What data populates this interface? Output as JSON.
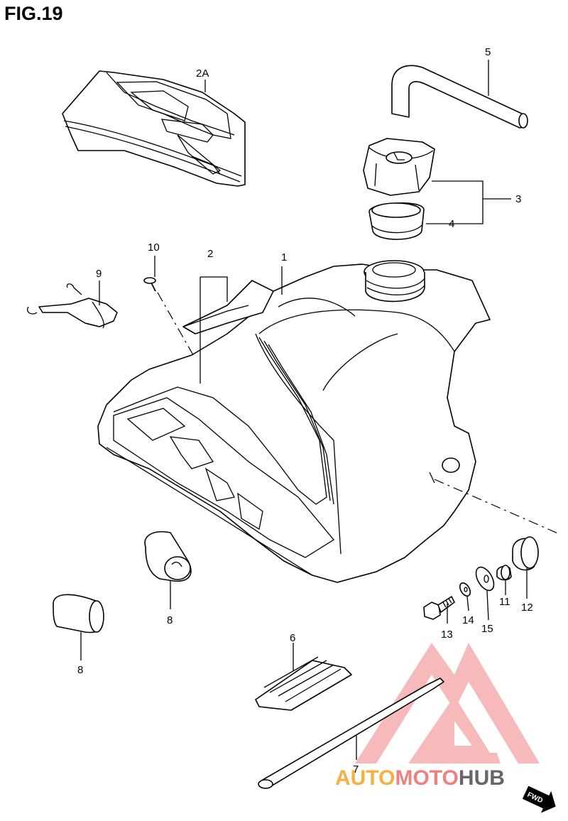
{
  "figure": {
    "title": "FIG.19"
  },
  "callouts": [
    {
      "id": "c-2a",
      "text": "2A"
    },
    {
      "id": "c-5",
      "text": "5"
    },
    {
      "id": "c-3",
      "text": "3"
    },
    {
      "id": "c-4",
      "text": "4"
    },
    {
      "id": "c-10",
      "text": "10"
    },
    {
      "id": "c-2",
      "text": "2"
    },
    {
      "id": "c-1",
      "text": "1"
    },
    {
      "id": "c-9",
      "text": "9"
    },
    {
      "id": "c-8a",
      "text": "8"
    },
    {
      "id": "c-8b",
      "text": "8"
    },
    {
      "id": "c-13",
      "text": "13"
    },
    {
      "id": "c-14",
      "text": "14"
    },
    {
      "id": "c-15",
      "text": "15"
    },
    {
      "id": "c-11",
      "text": "11"
    },
    {
      "id": "c-12",
      "text": "12"
    },
    {
      "id": "c-6",
      "text": "6"
    },
    {
      "id": "c-7",
      "text": "7"
    }
  ],
  "watermark": {
    "part1": "AUTO",
    "part2": "MOTO",
    "part3": "HUB",
    "color_orange": "#f5b041",
    "color_red": "#f08080",
    "color_gray": "#666666"
  },
  "fwd_badge": {
    "text": "FWD"
  }
}
